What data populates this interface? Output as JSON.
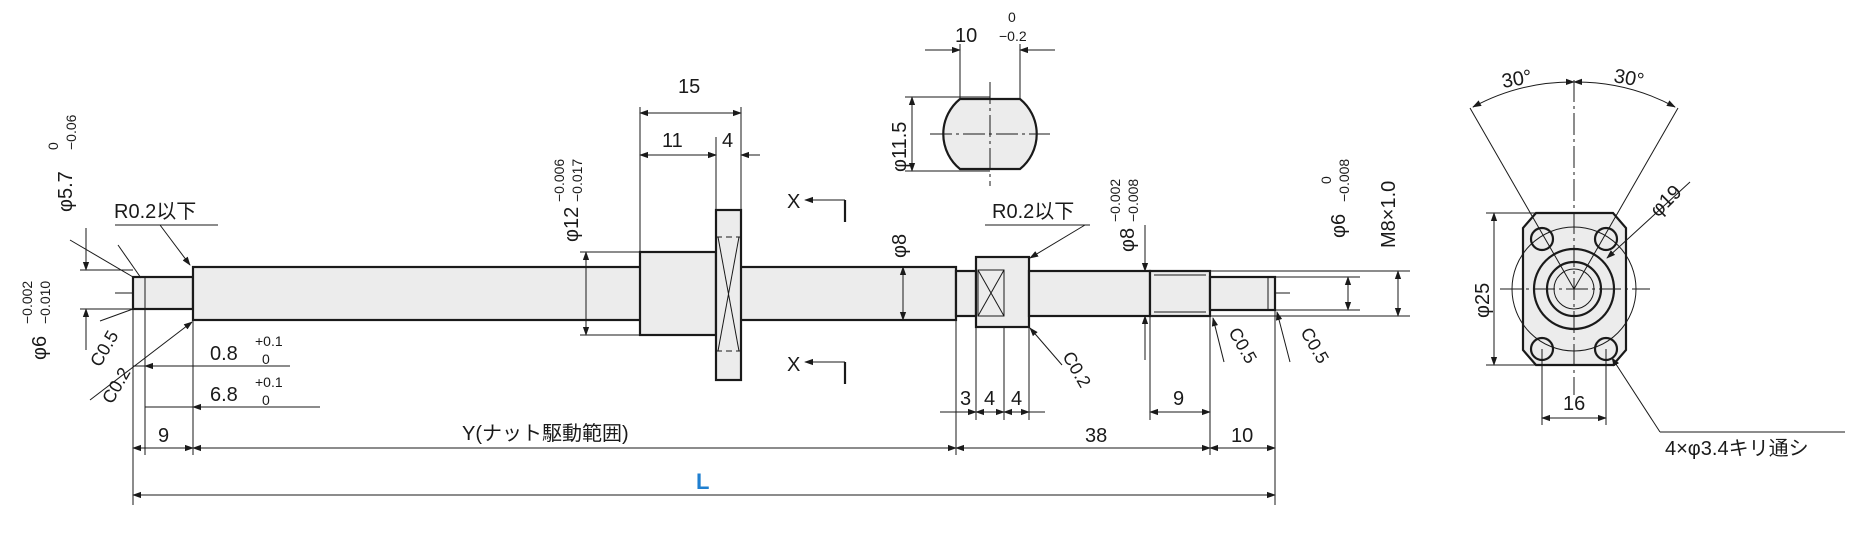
{
  "side_view": {
    "shaft_end_radius": "R0.2以下",
    "dia_5_7": "φ5.7",
    "dia_5_7_tol_upper": "0",
    "dia_5_7_tol_lower": "−0.06",
    "dia_6_left": "φ6",
    "dia_6_left_tol_upper": "−0.002",
    "dia_6_left_tol_lower": "−0.010",
    "chamfer_c05_left": "C0.5",
    "chamfer_c02_left": "C0.2",
    "dim_0_8": "0.8",
    "dim_0_8_tol_upper": "+0.1",
    "dim_0_8_tol_lower": "0",
    "dim_6_8": "6.8",
    "dim_6_8_tol_upper": "+0.1",
    "dim_6_8_tol_lower": "0",
    "dim_9_left": "9",
    "dim_y": "Y(ナット駆動範囲)",
    "dia_12": "φ12",
    "dia_12_tol_upper": "−0.006",
    "dia_12_tol_lower": "−0.017",
    "dim_15": "15",
    "dim_11": "11",
    "dim_4_flange": "4",
    "section_mark_top": "X",
    "section_mark_bottom": "X",
    "dia_8": "φ8",
    "bearing_radius": "R0.2以下",
    "dia_8_right": "φ8",
    "dia_8_right_tol_upper": "−0.002",
    "dia_8_right_tol_lower": "−0.008",
    "chamfer_c02_right": "C0.2",
    "dim_3": "3",
    "dim_4_a": "4",
    "dim_4_b": "4",
    "dim_38": "38",
    "dim_9_right": "9",
    "dim_10": "10",
    "chamfer_c05_mid": "C0.5",
    "chamfer_c05_end": "C0.5",
    "dia_6_right": "φ6",
    "dia_6_right_tol_upper": "0",
    "dia_6_right_tol_lower": "−0.008",
    "thread": "M8×1.0",
    "total_length": "L"
  },
  "section_view": {
    "width": "10",
    "width_tol_upper": "0",
    "width_tol_lower": "−0.2",
    "dia_11_5": "φ11.5"
  },
  "end_view": {
    "angle_left": "30°",
    "angle_right": "30°",
    "dia_19": "φ19",
    "dia_25": "φ25",
    "width_16": "16",
    "holes": "4×φ3.4キリ通シ"
  },
  "colors": {
    "line": "#1a1a1a",
    "fill": "#ececec",
    "total_length_label": "#1f7fd0"
  }
}
